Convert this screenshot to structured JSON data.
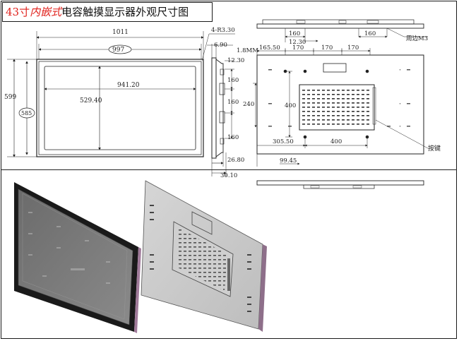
{
  "title": {
    "model": "43寸",
    "type": "内嵌式",
    "rest": "电容触摸显示器外观尺寸图"
  },
  "front_view": {
    "overall_width": "1011",
    "bezel_width": "997",
    "active_width": "941.20",
    "overall_height": "599",
    "bezel_height": "585",
    "active_height": "529.40"
  },
  "side_view": {
    "corner_radius": "4-R3.30",
    "dim_top": "6.90",
    "dim_glass": "1.8MM",
    "dim_depth1": "26.80",
    "dim_depth2": "30.10"
  },
  "top_view": {
    "hole_spacing_1": "160",
    "hole_spacing_2": "160",
    "hole_offset": "12.30",
    "callout": "周边M3"
  },
  "side_holes": {
    "offset": "12.30",
    "spacing": [
      "160",
      "160",
      "160"
    ]
  },
  "rear_view": {
    "top_dims": [
      "165.50",
      "170",
      "170",
      "170"
    ],
    "vesa_height": "400",
    "vesa_width": "400",
    "side_height": "240",
    "left_offset": "305.50",
    "bottom_offset": "99.45",
    "button_label": "按键"
  }
}
